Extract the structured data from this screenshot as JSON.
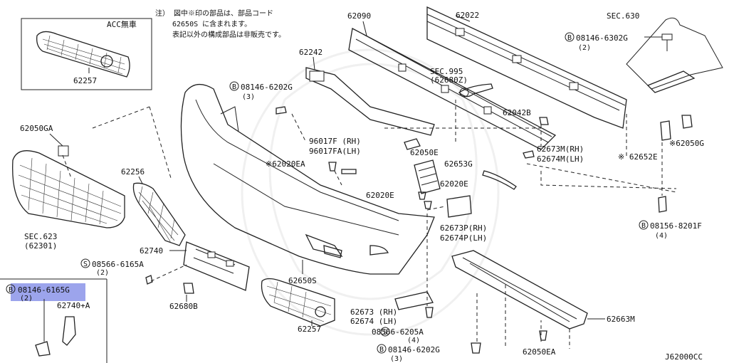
{
  "note": {
    "line1": "注） 図中※印の部品は、部品コード",
    "line2": "62650S に含まれます。",
    "line3": "表記以外の構成部品は非販売です。"
  },
  "inset": {
    "title": "ACC無車",
    "part": "62257"
  },
  "labels": {
    "p62090": "62090",
    "p62022": "62022",
    "sec630": "SEC.630",
    "b0814663": "08146-6302G",
    "q2a": "(2)",
    "p62242": "62242",
    "b0814662a": "08146-6202G",
    "q3a": "(3)",
    "sec995": "SEC.995",
    "p62680z": "(62680Z)",
    "p62042b": "62042B",
    "p62050ga": "62050GA",
    "p96017f": "96017F (RH)",
    "p96017fa": "96017FA(LH)",
    "p62050e": "62050E",
    "p62673m": "62673M(RH)",
    "p62674m": "62674M(LH)",
    "p62020ea": "※62020EA",
    "p62653g": "62653G",
    "p62050g": "※62050G",
    "p62652e": "※ 62652E",
    "p62256": "62256",
    "p62020e_a": "62020E",
    "p62020e_b": "62020E",
    "b0815682": "08156-8201F",
    "q4a": "(4)",
    "sec623": "SEC.623",
    "p62301": "(62301)",
    "p62673p": "62673P(RH)",
    "p62674p": "62674P(LH)",
    "p62740": "62740",
    "s0856661": "08566-6165A",
    "q2b": "(2)",
    "p62650s": "62650S",
    "b0814661": "08146-6165G",
    "q2c": "(2)",
    "p62740a": "62740+A",
    "p62680b": "62680B",
    "p62673": "62673 (RH)",
    "p62674": "62674 (LH)",
    "s0856662": "08566-6205A",
    "q4b": "(4)",
    "p62663m": "62663M",
    "p62257": "62257",
    "b0814662b": "08146-6202G",
    "q3b": "(3)",
    "p62050ea": "62050EA",
    "code": "J62000CC"
  },
  "prefix": {
    "bolt": "B",
    "screw": "S"
  },
  "highlight_color": "#7b86e6"
}
